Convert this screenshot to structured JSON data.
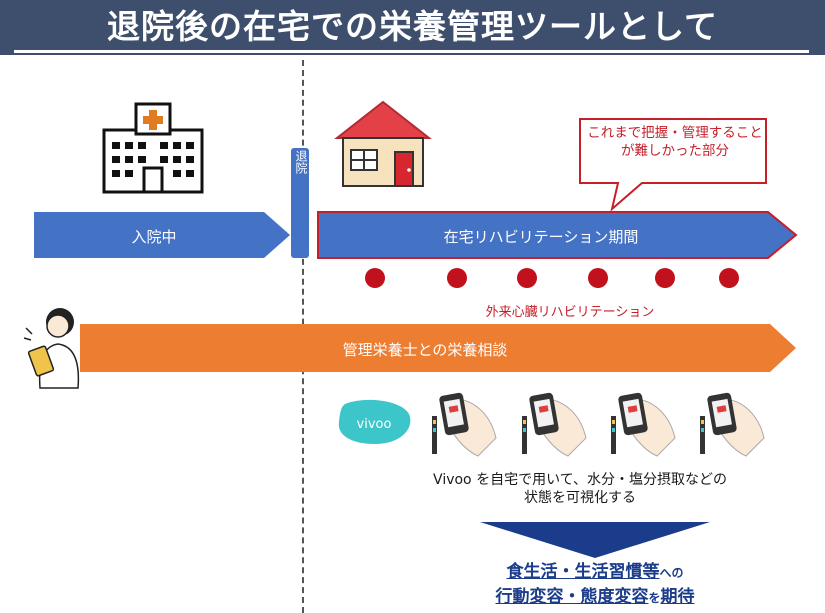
{
  "title": "退院後の在宅での栄養管理ツールとして",
  "discharge_label": "退院",
  "hospital_stay_label": "入院中",
  "home_rehab_label": "在宅リハビリテーション期間",
  "callout": "これまで把握・管理することが難しかった部分",
  "outpatient_rehab_label": "外来心臓リハビリテーション",
  "dietitian_label": "管理栄養士との栄養相談",
  "vivoo_logo": "vivoo",
  "vivoo_description": "Vivoo を自宅で用いて、水分・塩分摂取などの状態を可視化する",
  "expectation": {
    "line1_main": "食生活・生活習慣等",
    "line1_particle": "への",
    "line2_a": "行動変容・態度変容",
    "line2_particle": "を",
    "line2_b": "期待"
  },
  "colors": {
    "title_bg": "#3d4f6c",
    "blue_arrow": "#4472c4",
    "orange_arrow": "#ed7d31",
    "red": "#c0111d",
    "teal": "#3cc6c9",
    "navy": "#1b3c8a"
  }
}
